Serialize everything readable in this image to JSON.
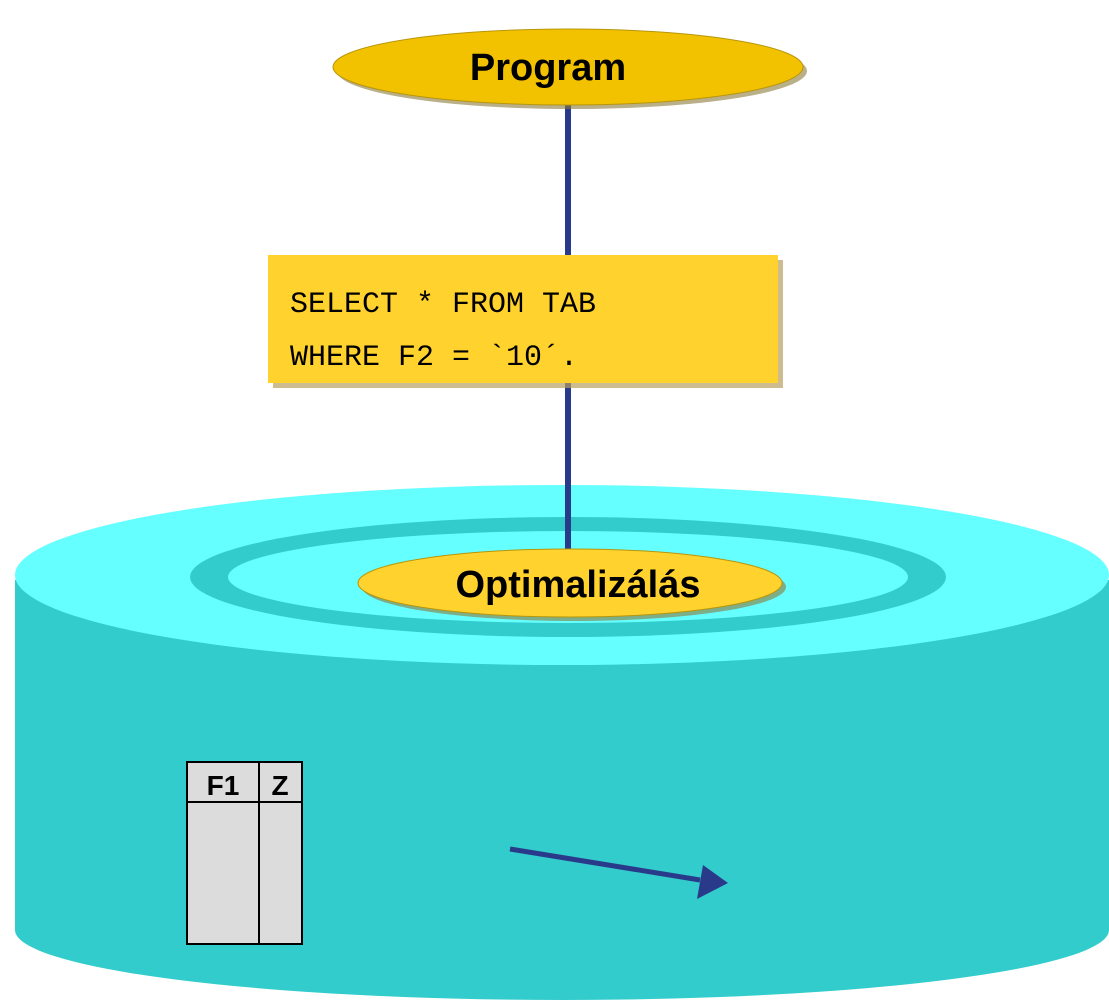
{
  "diagram": {
    "program_label": "Program",
    "sql_lines": [
      "SELECT * FROM TAB",
      "WHERE F2 = `10´."
    ],
    "optimizer_label": "Optimalizálás",
    "table_columns": [
      "F1",
      "Z"
    ]
  },
  "colors": {
    "node_gold": "#F2C200",
    "sql_box": "#FFD22E",
    "db_top": "#66FFFF",
    "db_side": "#33CCCC",
    "connector": "#2A3A8A",
    "table_fill": "#DCDCDC"
  }
}
